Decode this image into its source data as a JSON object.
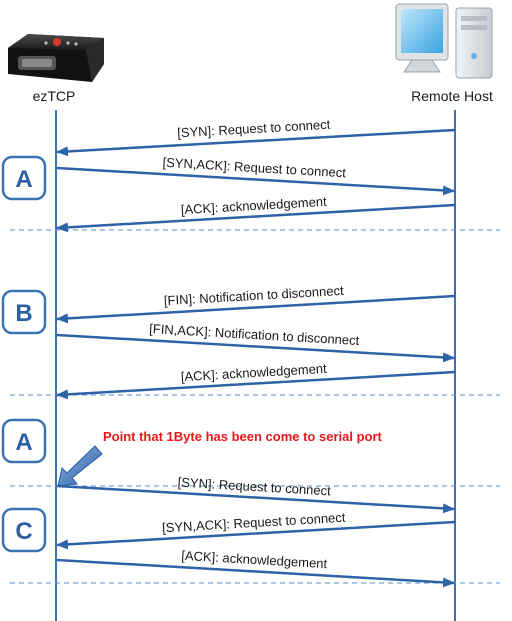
{
  "left_host": {
    "label": "ezTCP",
    "icon": "device-icon"
  },
  "right_host": {
    "label": "Remote Host",
    "icon": "computer-icon"
  },
  "colors": {
    "line": "#3a72b6",
    "arrow": "#2f63a8",
    "badge_border": "#3a72b6",
    "badge_text": "#2c5f9f",
    "note": "#e8171b",
    "dash": "#5b8ec8"
  },
  "sections": [
    {
      "badge": "A",
      "messages": [
        {
          "text": "[SYN]: Request to connect",
          "direction": "right-to-left"
        },
        {
          "text": "[SYN,ACK]: Request to connect",
          "direction": "left-to-right"
        },
        {
          "text": "[ACK]: acknowledgement",
          "direction": "right-to-left"
        }
      ]
    },
    {
      "badge": "B",
      "messages": [
        {
          "text": "[FIN]: Notification to disconnect",
          "direction": "right-to-left"
        },
        {
          "text": "[FIN,ACK]: Notification to disconnect",
          "direction": "left-to-right"
        },
        {
          "text": "[ACK]: acknowledgement",
          "direction": "right-to-left"
        }
      ]
    },
    {
      "badge": "A",
      "messages": [
        {
          "text": "[SYN]: Request to connect",
          "direction": "left-to-right"
        }
      ]
    },
    {
      "badge": "C",
      "messages": [
        {
          "text": "[SYN,ACK]: Request to connect",
          "direction": "right-to-left"
        },
        {
          "text": "[ACK]: acknowledgement",
          "direction": "left-to-right"
        }
      ]
    }
  ],
  "note": {
    "text": "Point that 1Byte has been come to serial port",
    "icon": "pointer-arrow-icon"
  }
}
